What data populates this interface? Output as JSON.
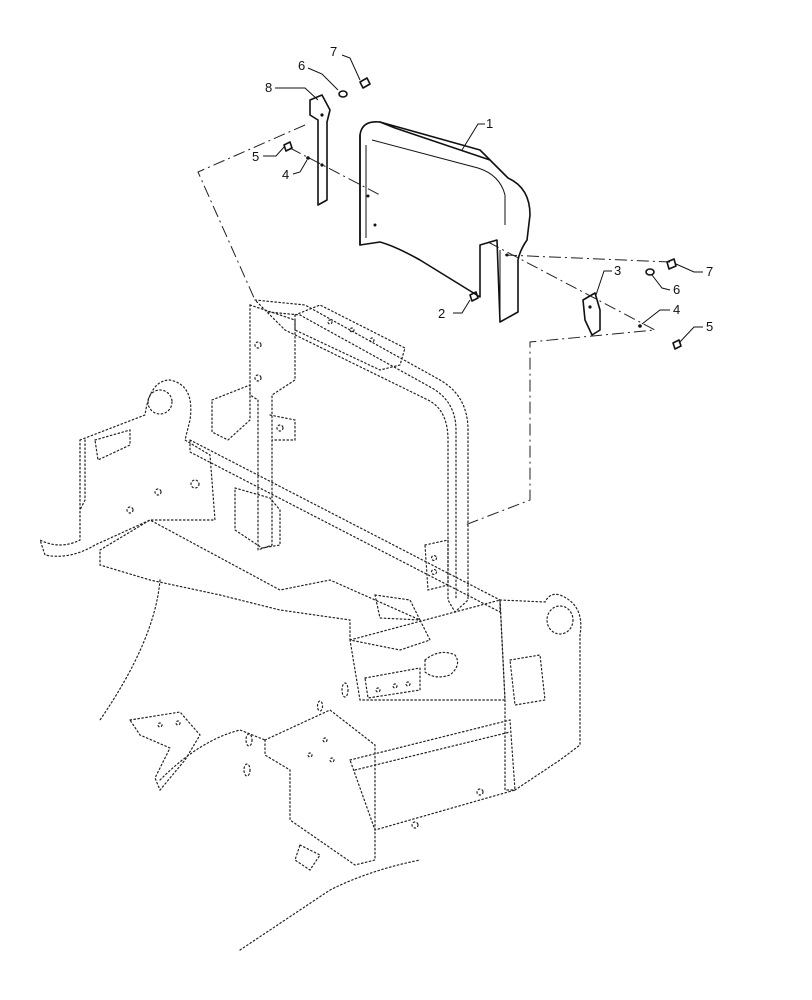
{
  "diagram": {
    "callouts": {
      "part_1": "1",
      "part_2": "2",
      "part_3": "3",
      "part_4_left": "4",
      "part_5_left": "5",
      "part_6_left": "6",
      "part_7_left": "7",
      "part_8": "8",
      "part_4_right": "4",
      "part_5_right": "5",
      "part_6_right": "6",
      "part_7_right": "7"
    }
  }
}
